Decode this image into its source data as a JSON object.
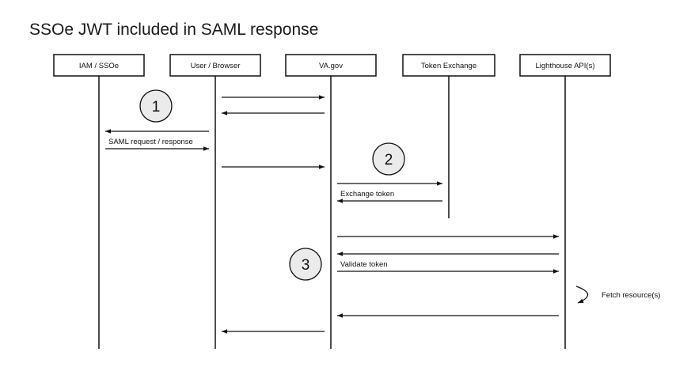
{
  "title": "SSOe JWT included in SAML response",
  "actors": [
    {
      "id": "iam",
      "label": "IAM / SSOe",
      "highlight": false
    },
    {
      "id": "user",
      "label": "User / Browser",
      "highlight": false
    },
    {
      "id": "va",
      "label": "VA.gov",
      "highlight": false
    },
    {
      "id": "token",
      "label": "Token Exchange",
      "highlight": true
    },
    {
      "id": "lighthouse",
      "label": "Lighthouse API(s)",
      "highlight": false
    }
  ],
  "steps": [
    {
      "number": "1"
    },
    {
      "number": "2"
    },
    {
      "number": "3"
    }
  ],
  "messages": [
    {
      "from": "user",
      "to": "va",
      "label": ""
    },
    {
      "from": "va",
      "to": "user",
      "label": ""
    },
    {
      "from": "user",
      "to": "iam",
      "label": ""
    },
    {
      "from": "iam",
      "to": "user",
      "label": "SAML request / response"
    },
    {
      "from": "user",
      "to": "va",
      "label": ""
    },
    {
      "from": "va",
      "to": "token",
      "label": ""
    },
    {
      "from": "token",
      "to": "va",
      "label": "Exchange token"
    },
    {
      "from": "va",
      "to": "lighthouse",
      "label": ""
    },
    {
      "from": "lighthouse",
      "to": "va",
      "label": ""
    },
    {
      "from": "va",
      "to": "lighthouse",
      "label": "Validate token"
    },
    {
      "from": "lighthouse",
      "to": "lighthouse",
      "label": "Fetch resource(s)"
    },
    {
      "from": "lighthouse",
      "to": "va",
      "label": ""
    },
    {
      "from": "va",
      "to": "user",
      "label": ""
    }
  ],
  "colors": {
    "highlight": "#c4f79a",
    "step_fill": "#ebebeb",
    "line": "#111111"
  }
}
